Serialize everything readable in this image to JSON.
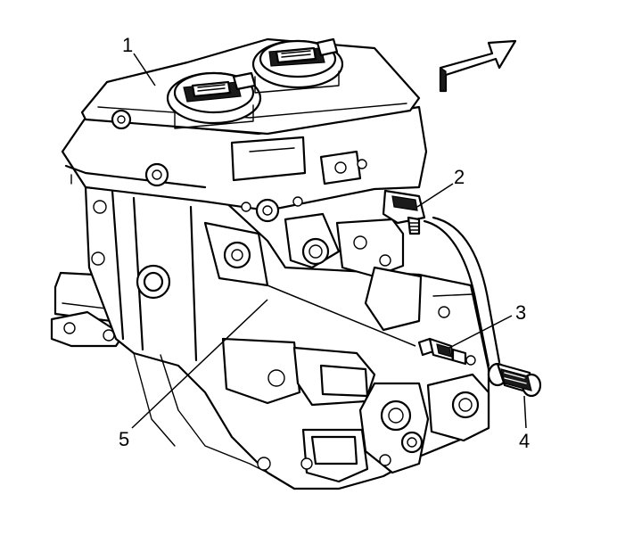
{
  "callouts": {
    "c1": "1",
    "c2": "2",
    "c3": "3",
    "c4": "4",
    "c5": "5"
  },
  "arrow": {
    "icon": "direction-arrow-icon"
  }
}
